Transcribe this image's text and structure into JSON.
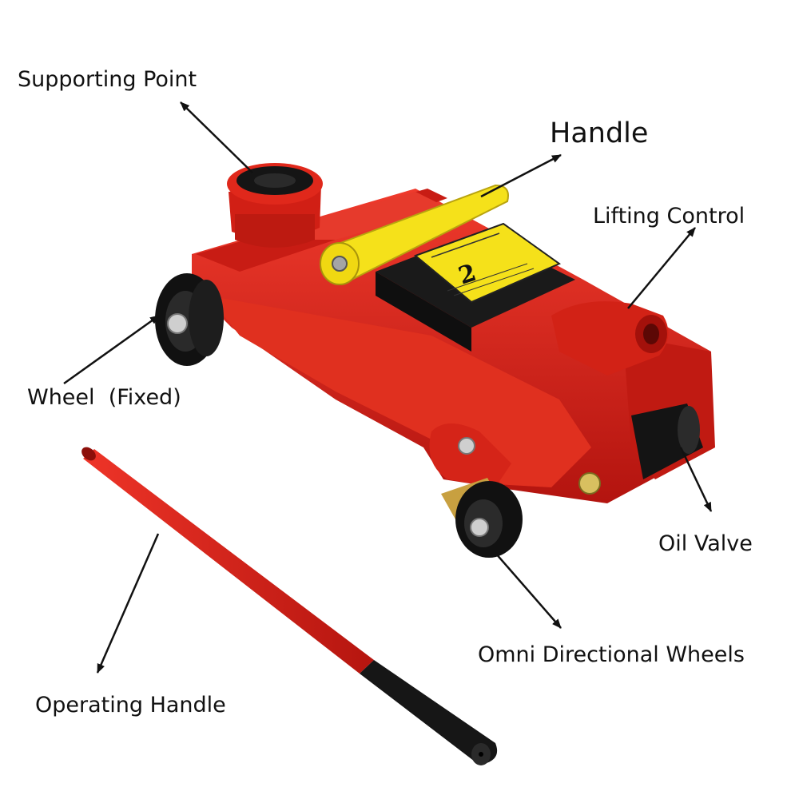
{
  "labels": {
    "supporting_point": "Supporting Point",
    "handle": "Handle",
    "lifting_control": "Lifting Control",
    "wheel_fixed": "Wheel  (Fixed)",
    "oil_valve": "Oil Valve",
    "omni_wheels": "Omni Directional Wheels",
    "operating_handle": "Operating Handle"
  },
  "plate": {
    "capacity": "2"
  },
  "colors": {
    "body_red": "#d9261c",
    "accent_yellow": "#f5e11a",
    "grip_black": "#1a1a1a"
  }
}
